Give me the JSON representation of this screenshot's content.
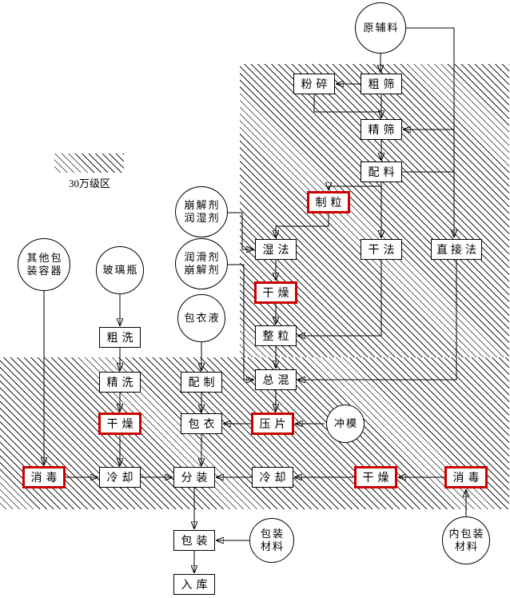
{
  "legend": {
    "area_label": "30万级区"
  },
  "colors": {
    "highlight_border": "#cc0000",
    "line": "#000000"
  },
  "nodes": {
    "raw_material": "原辅料",
    "crush": "粉碎",
    "coarse_sieve": "粗筛",
    "fine_sieve": "精筛",
    "compounding": "配料",
    "granulate": "制粒",
    "wet_method": "湿法",
    "dry_method": "干法",
    "direct_method": "直接法",
    "dry1": "干燥",
    "size_granule": "整粒",
    "total_mix": "总混",
    "disintegrant_wetting": "崩解剂\n润湿剂",
    "lubricant_disintegrant": "润滑剂\n崩解剂",
    "coating_liquid": "包衣液",
    "glass_bottle": "玻璃瓶",
    "other_container": "其他包\n装容器",
    "coarse_wash": "粗洗",
    "fine_wash": "精洗",
    "prepare": "配制",
    "dry2": "干燥",
    "coating": "包衣",
    "tabletting": "压片",
    "punch_die": "冲模",
    "sterilize1": "消毒",
    "cool1": "冷却",
    "fill": "分装",
    "cool2": "冷却",
    "dry3": "干燥",
    "sterilize2": "消毒",
    "inner_pack_material": "内包装\n材料",
    "pack": "包装",
    "pack_material": "包装\n材料",
    "warehouse": "入库"
  }
}
